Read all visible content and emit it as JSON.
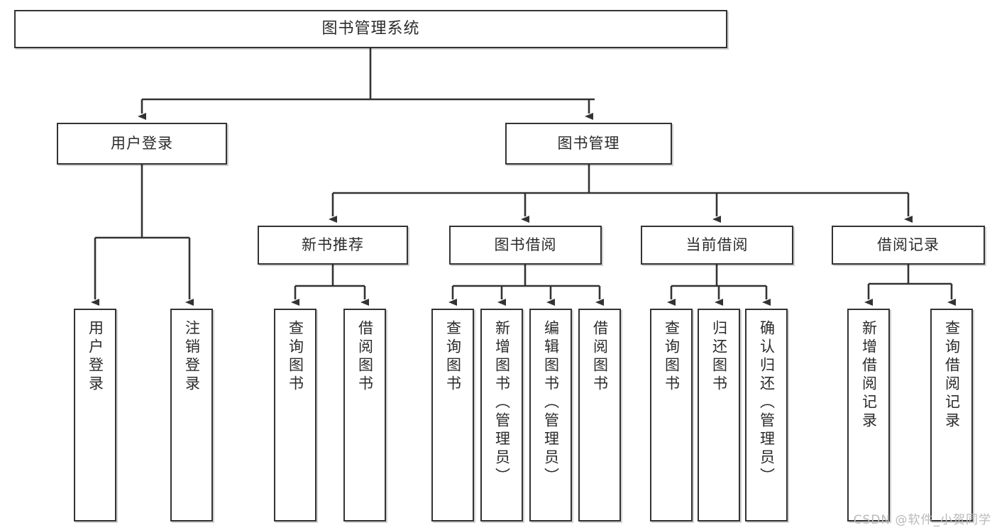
{
  "diagram": {
    "title": "图书管理系统",
    "watermark": "CSDN @软件_小贺同学",
    "colors": {
      "box_border": "#333333",
      "box_fill": "#ffffff",
      "connector": "#333333",
      "text": "#2b2b2b",
      "watermark": "#b9b9b9"
    },
    "nodes": {
      "root": {
        "label": "图书管理系统"
      },
      "level1": [
        {
          "label": "用户登录"
        },
        {
          "label": "图书管理"
        }
      ],
      "level2": [
        {
          "label": "新书推荐"
        },
        {
          "label": "图书借阅"
        },
        {
          "label": "当前借阅"
        },
        {
          "label": "借阅记录"
        }
      ],
      "leaves": {
        "user_login": [
          {
            "label": "用户登录"
          },
          {
            "label": "注销登录"
          }
        ],
        "new_book_recommend": [
          {
            "label": "查询图书"
          },
          {
            "label": "借阅图书"
          }
        ],
        "book_borrow": [
          {
            "label": "查询图书"
          },
          {
            "label": "新增图书（管理员）"
          },
          {
            "label": "编辑图书（管理员）"
          },
          {
            "label": "借阅图书"
          }
        ],
        "current_borrow": [
          {
            "label": "查询图书"
          },
          {
            "label": "归还图书"
          },
          {
            "label": "确认归还（管理员）"
          }
        ],
        "borrow_records": [
          {
            "label": "新增借阅记录"
          },
          {
            "label": "查询借阅记录"
          }
        ]
      }
    }
  }
}
